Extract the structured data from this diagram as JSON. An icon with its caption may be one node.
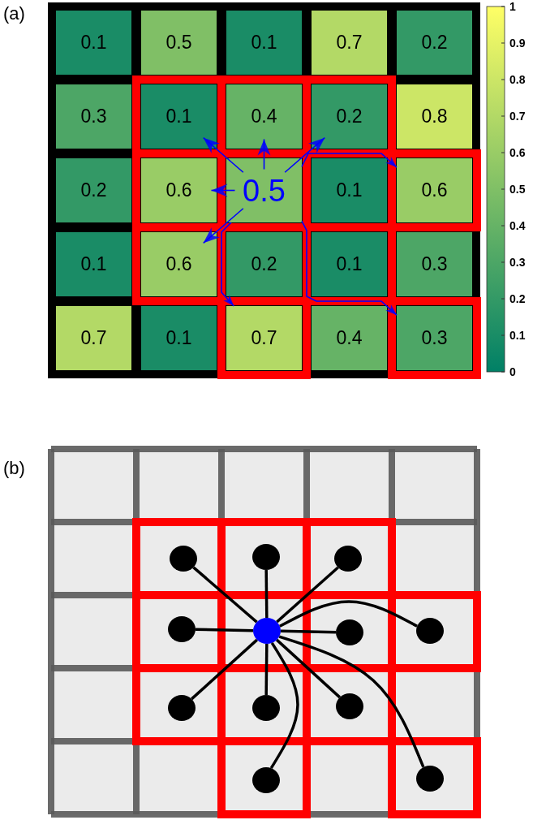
{
  "diagram": {
    "nodes": [
      {
        "text": [
          "0.1"
        ]
      },
      {
        "text": [
          "0.5"
        ]
      },
      {
        "text": [
          "0.1"
        ]
      },
      {
        "text": [
          "0.7"
        ]
      },
      {
        "text": [
          "0.2"
        ]
      },
      {
        "text": [
          "0.3"
        ]
      },
      {
        "text": [
          "0.1"
        ]
      },
      {
        "text": [
          "0.4"
        ]
      },
      {
        "text": [
          "0.2"
        ]
      },
      {
        "text": [
          "0.8"
        ]
      },
      {
        "text": [
          "0.2"
        ]
      },
      {
        "text": [
          "0.6"
        ]
      },
      {
        "text": [
          "0.5"
        ]
      },
      {
        "text": [
          "0.1"
        ]
      },
      {
        "text": [
          "0.6"
        ]
      },
      {
        "text": [
          "0.1"
        ]
      },
      {
        "text": [
          "0.6"
        ]
      },
      {
        "text": [
          "0.2"
        ]
      },
      {
        "text": [
          "0.1"
        ]
      },
      {
        "text": [
          "0.3"
        ]
      },
      {
        "text": [
          "0.7"
        ]
      },
      {
        "text": [
          "0.1"
        ]
      },
      {
        "text": [
          "0.7"
        ]
      },
      {
        "text": [
          "0.4"
        ]
      },
      {
        "text": [
          "0.3"
        ]
      },
      {
        "text": [],
        "shape": "circle"
      },
      {
        "text": [],
        "shape": "circle"
      },
      {
        "text": [],
        "shape": "circle"
      },
      {
        "text": [],
        "shape": "circle"
      },
      {
        "text": [],
        "shape": "circle"
      },
      {
        "text": [],
        "shape": "circle"
      },
      {
        "text": [],
        "shape": "circle"
      },
      {
        "text": [],
        "shape": "circle"
      },
      {
        "text": [],
        "shape": "circle"
      },
      {
        "text": [],
        "shape": "circle"
      },
      {
        "text": [],
        "shape": "circle"
      },
      {
        "text": [],
        "shape": "circle"
      }
    ],
    "edges": [
      {
        "from": 12,
        "to": 6,
        "arrow": "to",
        "color": "#0000ff"
      },
      {
        "from": 12,
        "to": 7,
        "arrow": "to",
        "color": "#0000ff"
      },
      {
        "from": 12,
        "to": 8,
        "arrow": "to",
        "color": "#0000ff"
      },
      {
        "from": 12,
        "to": 11,
        "arrow": "to",
        "color": "#0000ff"
      },
      {
        "from": 12,
        "to": 14,
        "arrow": "to",
        "color": "#0000ff"
      },
      {
        "from": 12,
        "to": 16,
        "arrow": "to",
        "color": "#0000ff"
      },
      {
        "from": 12,
        "to": 22,
        "arrow": "to",
        "color": "#0000ff"
      },
      {
        "from": 12,
        "to": 24,
        "arrow": "to",
        "color": "#0000ff"
      },
      {
        "from": 29,
        "to": 25,
        "arrow": "none"
      },
      {
        "from": 29,
        "to": 26,
        "arrow": "none"
      },
      {
        "from": 29,
        "to": 27,
        "arrow": "none"
      },
      {
        "from": 29,
        "to": 28,
        "arrow": "none"
      },
      {
        "from": 29,
        "to": 30,
        "arrow": "none"
      },
      {
        "from": 29,
        "to": 31,
        "arrow": "none"
      },
      {
        "from": 29,
        "to": 32,
        "arrow": "none"
      },
      {
        "from": 29,
        "to": 33,
        "arrow": "none"
      },
      {
        "from": 29,
        "to": 34,
        "arrow": "none"
      },
      {
        "from": 29,
        "to": 35,
        "arrow": "none"
      },
      {
        "from": 29,
        "to": 36,
        "arrow": "none"
      }
    ],
    "labels": [
      "(a)",
      "1",
      "0.9",
      "0.8",
      "0.7",
      "0.6",
      "0.5",
      "0.4",
      "0.3",
      "0.2",
      "0.1",
      "0",
      "(b)"
    ]
  }
}
